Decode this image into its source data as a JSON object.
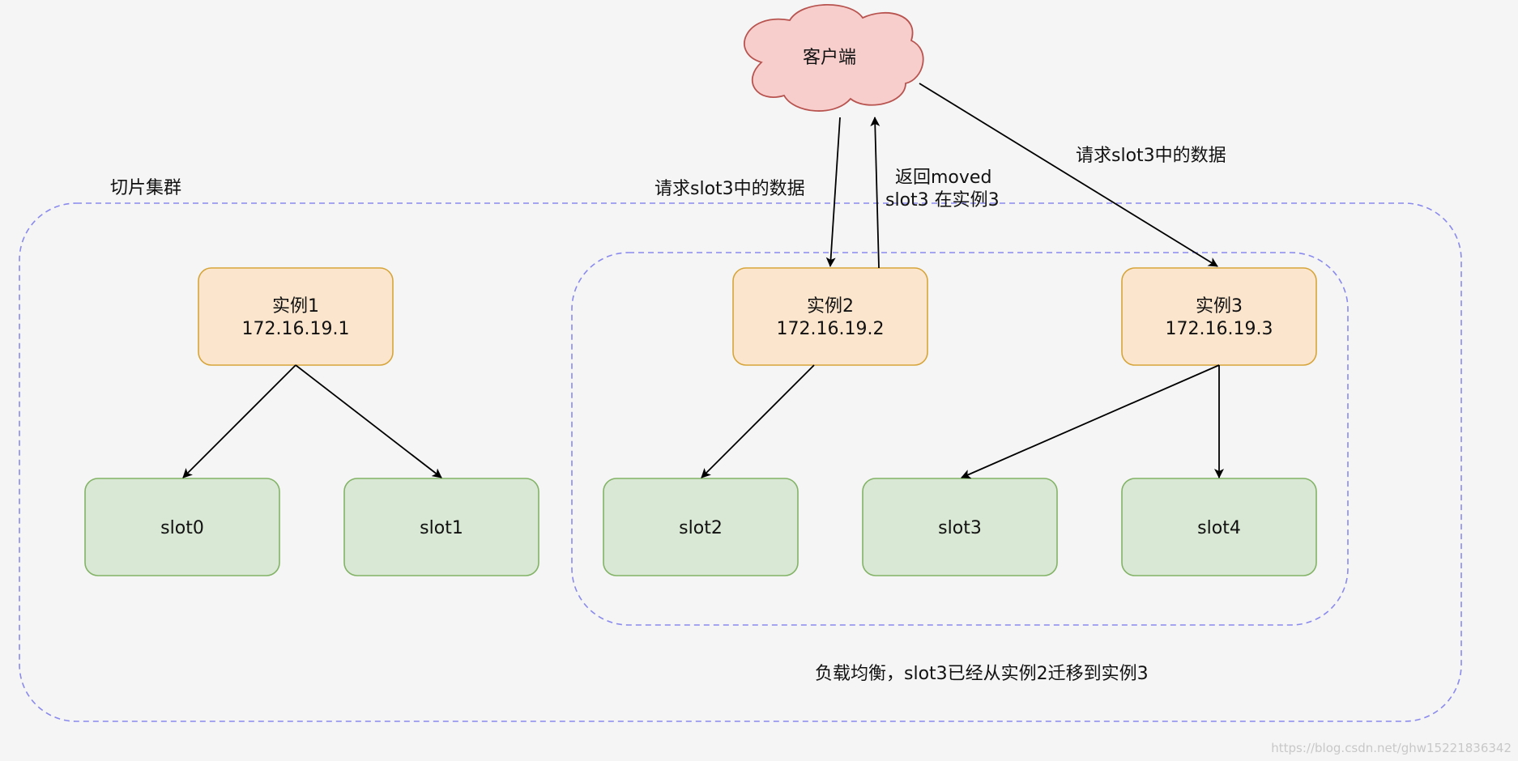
{
  "client": {
    "label": "客户端"
  },
  "cluster": {
    "label": "切片集群"
  },
  "instances": [
    {
      "name": "实例1",
      "ip": "172.16.19.1"
    },
    {
      "name": "实例2",
      "ip": "172.16.19.2"
    },
    {
      "name": "实例3",
      "ip": "172.16.19.3"
    }
  ],
  "slots": [
    "slot0",
    "slot1",
    "slot2",
    "slot3",
    "slot4"
  ],
  "edge_labels": {
    "request_to_instance2": "请求slot3中的数据",
    "moved_line1": "返回moved",
    "moved_line2": "slot3 在实例3",
    "request_to_instance3": "请求slot3中的数据"
  },
  "note": "负载均衡，slot3已经从实例2迁移到实例3",
  "watermark": "https://blog.csdn.net/ghw15221836342",
  "colors": {
    "background": "#f5f5f5",
    "cloud_fill": "#f8cecc",
    "cloud_stroke": "#b85450",
    "instance_fill": "#fce5cd",
    "instance_stroke": "#d6a53a",
    "slot_fill": "#d9e8d4",
    "slot_stroke": "#82b366",
    "group_dash": "#8a8aee"
  }
}
